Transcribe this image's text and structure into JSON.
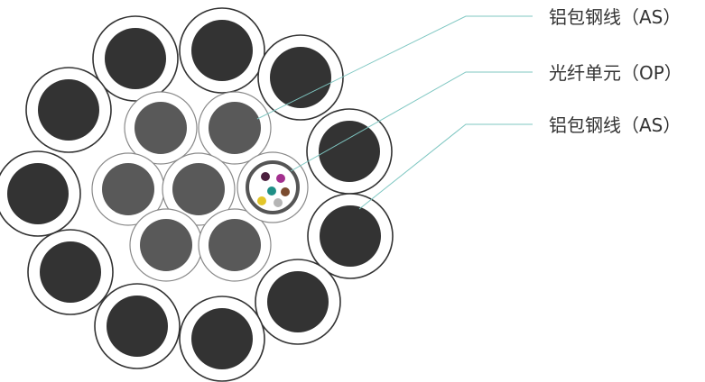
{
  "labels": {
    "as_outer": "铝包钢线（AS）",
    "op_unit": "光纤单元（OP）",
    "as_inner": "铝包钢线（AS）"
  },
  "colors": {
    "as_core": "#333333",
    "inner_core": "#595959",
    "leader_line": "#7fc7c2",
    "label_text": "#333333",
    "tube_ring": "#555555"
  },
  "fiber_colors": [
    "#4a1f3d",
    "#a3308e",
    "#7a4b2f",
    "#1f8f86",
    "#e3c62a",
    "#b5b5b5"
  ]
}
